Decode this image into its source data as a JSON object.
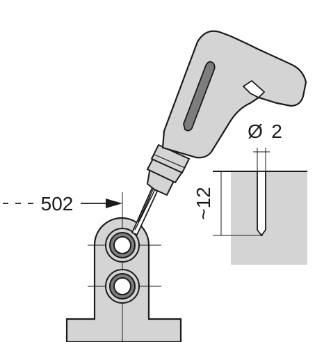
{
  "labels": {
    "distance": "502",
    "diameter_symbol": "Ø",
    "diameter_value": "2",
    "depth": "~12"
  },
  "colors": {
    "fill": "#d4d4d4",
    "dark_fill": "#7d7d7d",
    "stroke": "#1a1a1a",
    "background": "#ffffff"
  }
}
